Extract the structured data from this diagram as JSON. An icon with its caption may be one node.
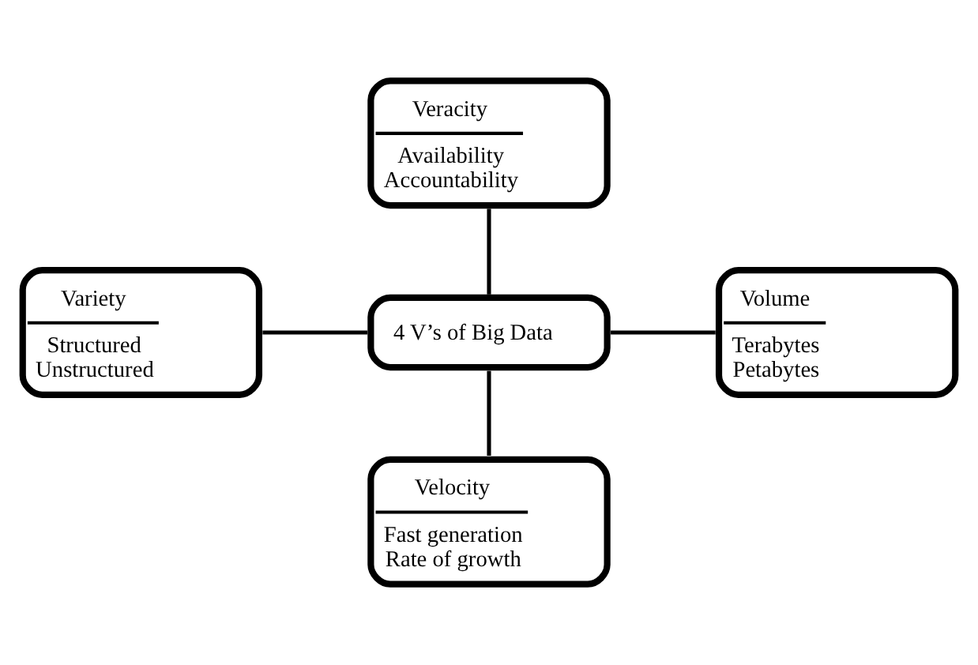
{
  "diagram": {
    "nodes": [
      {
        "text": [
          "Veracity",
          "Availability",
          "Accountability"
        ]
      },
      {
        "text": [
          "Variety",
          "Structured",
          "Unstructured"
        ]
      },
      {
        "text": [
          "4 V’s of Big Data"
        ]
      },
      {
        "text": [
          "Volume",
          "Terabytes",
          "Petabytes"
        ]
      },
      {
        "text": [
          "Velocity",
          "Fast generation",
          "Rate of growth"
        ]
      }
    ],
    "edges": [
      {
        "from": 0,
        "to": 2,
        "arrow": "none"
      },
      {
        "from": 1,
        "to": 2,
        "arrow": "none"
      },
      {
        "from": 2,
        "to": 3,
        "arrow": "none"
      },
      {
        "from": 2,
        "to": 4,
        "arrow": "none"
      }
    ]
  }
}
